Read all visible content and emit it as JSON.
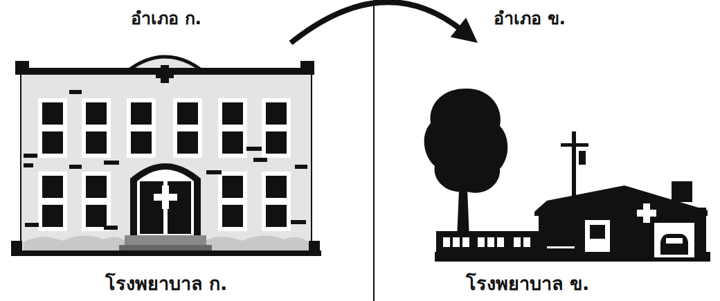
{
  "diagram": {
    "nodes": [
      {
        "text": [
          "อำเภอ ก.",
          "โรงพยาบาล ก."
        ]
      },
      {
        "text": [
          "อำเภอ ข.",
          "โรงพยาบาล ข."
        ]
      }
    ],
    "edges": [
      {
        "from": 0,
        "to": 1,
        "arrow": "to"
      }
    ]
  }
}
